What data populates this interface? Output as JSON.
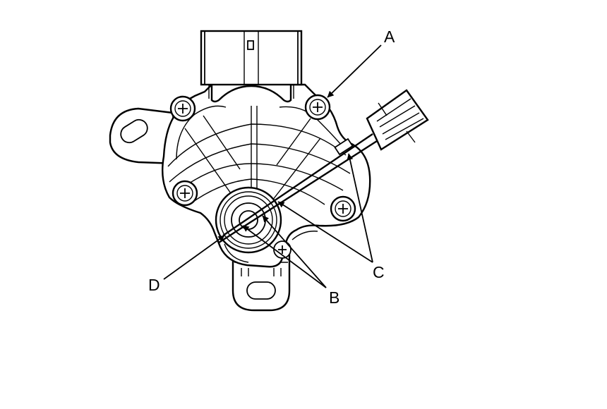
{
  "diagram": {
    "callouts": {
      "a": {
        "label": "A"
      },
      "b": {
        "label": "B"
      },
      "c": {
        "label": "C"
      },
      "d": {
        "label": "D"
      }
    }
  }
}
